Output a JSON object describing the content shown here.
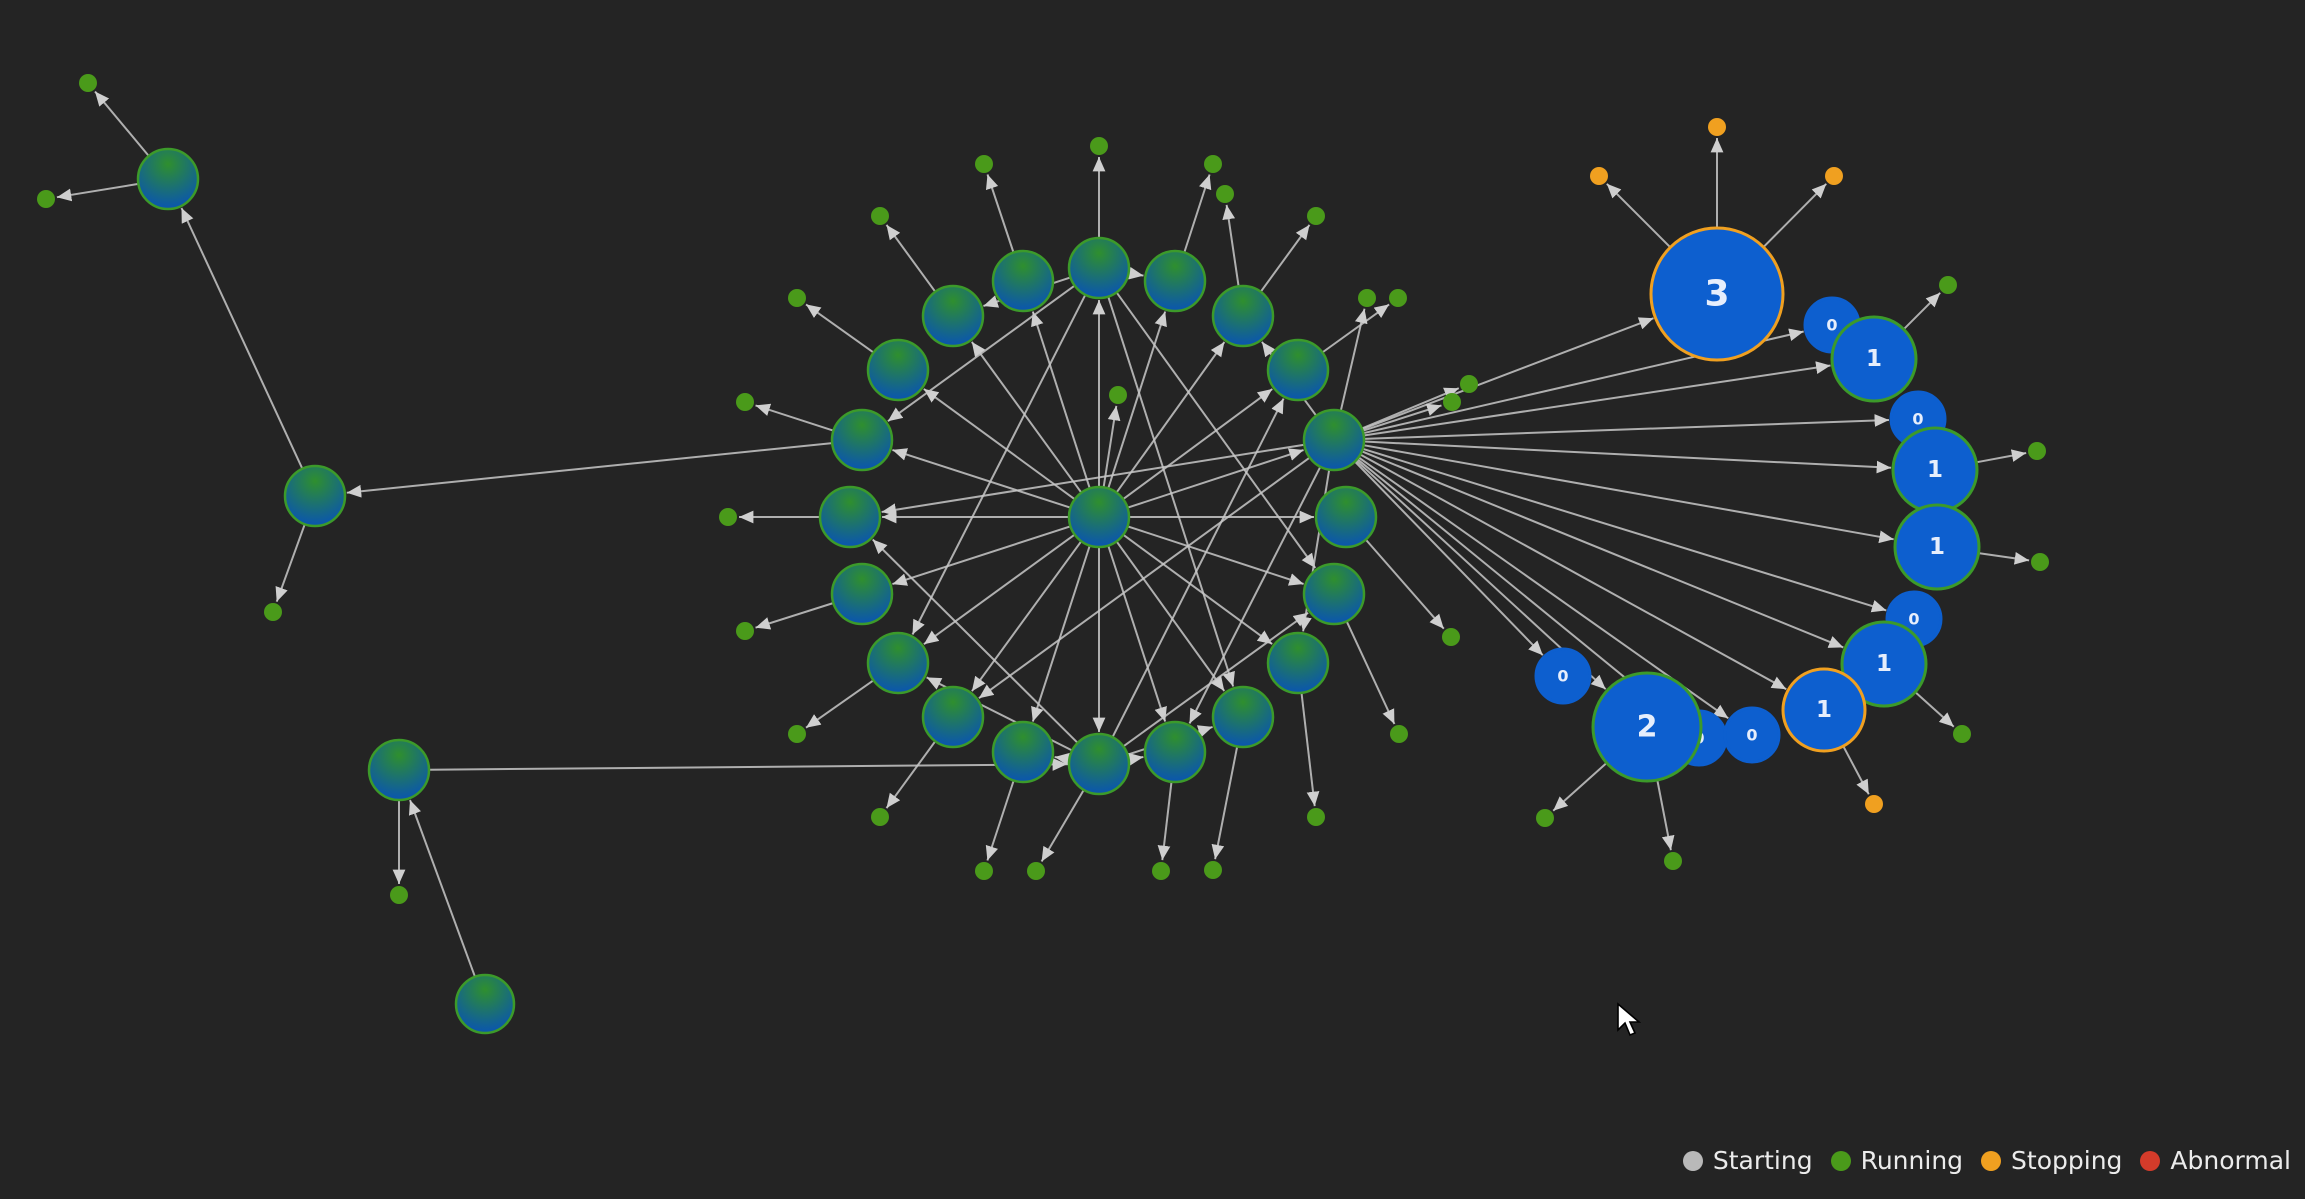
{
  "legend": {
    "items": [
      {
        "key": "starting",
        "label": "Starting",
        "color": "#b9b9b9"
      },
      {
        "key": "running",
        "label": "Running",
        "color": "#4a9a1a"
      },
      {
        "key": "stopping",
        "label": "Stopping",
        "color": "#f0a020"
      },
      {
        "key": "abnormal",
        "label": "Abnormal",
        "color": "#d43b2a"
      }
    ]
  },
  "colors": {
    "background": "#242424",
    "edge": "#c8c8c8",
    "service_gradient_top": "#2f8f2e",
    "service_gradient_bottom": "#0a55b0",
    "service_border": "#3c9a2a",
    "group_fill": "#0d5fcf",
    "running": "#4a9a1a",
    "stopping": "#f0a020"
  },
  "group_labels": [
    "3",
    "0",
    "1",
    "0",
    "1",
    "1",
    "0",
    "1",
    "0",
    "2",
    "0",
    "0",
    "1"
  ],
  "icons": {
    "cursor": "mouse-pointer-icon"
  }
}
